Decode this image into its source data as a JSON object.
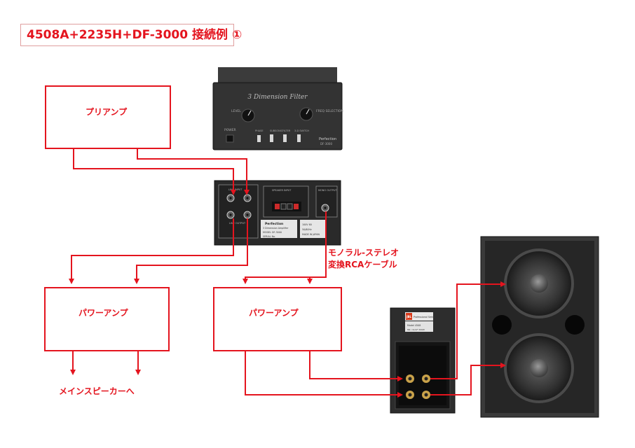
{
  "title": "4508A+2235H+DF-3000 接続例 ①",
  "preamp": {
    "label": "プリアンプ"
  },
  "power_amp_left": {
    "label": "パワーアンプ"
  },
  "power_amp_right": {
    "label": "パワーアンプ"
  },
  "main_speaker_label": "メインスピーカーへ",
  "cable_label": {
    "line1": "モノラル-ステレオ",
    "line2": "変換RCAケーブル"
  },
  "filter_front": {
    "script_name": "3 Dimension Filter",
    "knob_left_label": "LEVEL",
    "knob_right_label": "FREQ SELECTION",
    "power_label": "POWER",
    "switch_labels": [
      "PHASE",
      "SUBSONIC",
      "FILTER",
      "3-D SWITCH"
    ],
    "brand": "Perfection",
    "model": "DF-3000"
  },
  "filter_rear": {
    "line_input_label": "LINE INPUT",
    "line_output_label": "LINE OUTPUT",
    "speaker_label": "SPEAKER INPUT",
    "mono_output_label": "MONO OUTPUT",
    "brand": "Perfection",
    "desc": "3 Dimension Amplifier",
    "model_line": "MODEL DF-3000",
    "serial": "SERIAL No.",
    "spec1": "100V 60",
    "spec2": "50/60Hz",
    "made": "MADE IN JAPAN"
  },
  "sub_enclosure": {
    "badge_brand": "JBL",
    "badge_text": "Professional Series",
    "model": "Model 4508",
    "spec": "8Ω / 4x/LF 300W"
  },
  "colors": {
    "accent": "#e4141e",
    "dark": "#2b2b2b"
  }
}
